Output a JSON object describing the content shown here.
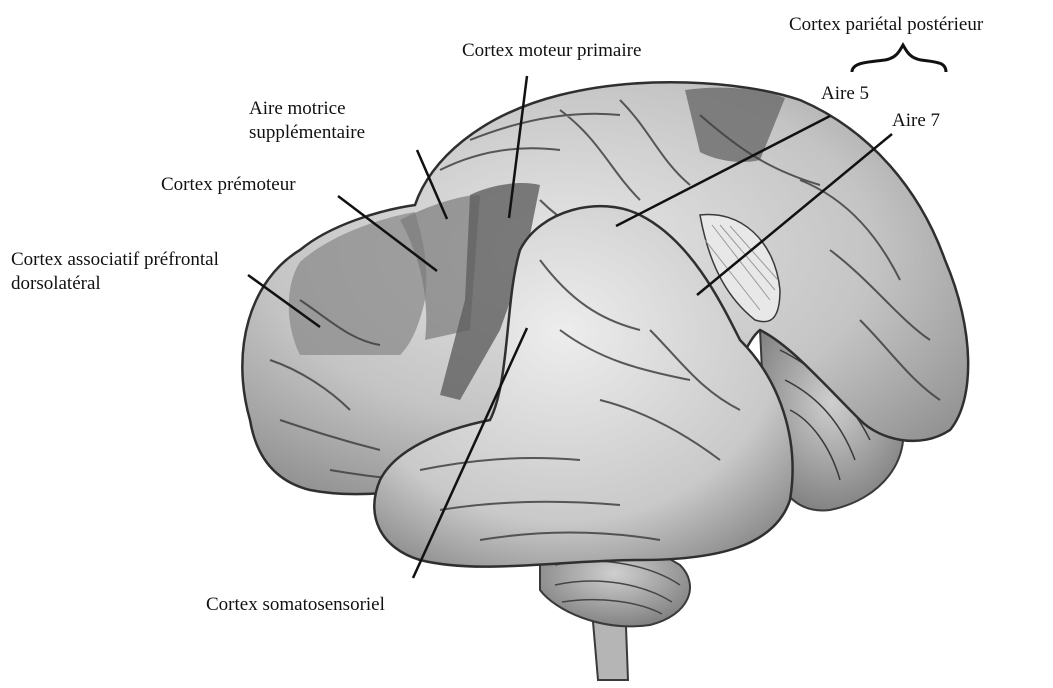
{
  "figure": {
    "labels": {
      "cortex_parietal_posterieur": "Cortex pariétal postérieur",
      "cortex_moteur_primaire": "Cortex moteur primaire",
      "aire_5": "Aire 5",
      "aire_7": "Aire 7",
      "aire_motrice_supp_line1": "Aire motrice",
      "aire_motrice_supp_line2": "supplémentaire",
      "cortex_premoteur": "Cortex prémoteur",
      "cortex_assoc_prefrontal_line1": "Cortex associatif préfrontal",
      "cortex_assoc_prefrontal_line2": "dorsolatéral",
      "cortex_somatosensoriel": "Cortex somatosensoriel"
    },
    "colors": {
      "background": "#ffffff",
      "brain_light": "#d9d9d9",
      "brain_mid": "#a8a8a8",
      "brain_dark": "#5e5e5e",
      "highlight_region": "#7f7f7f",
      "leader_line": "#111111"
    }
  }
}
